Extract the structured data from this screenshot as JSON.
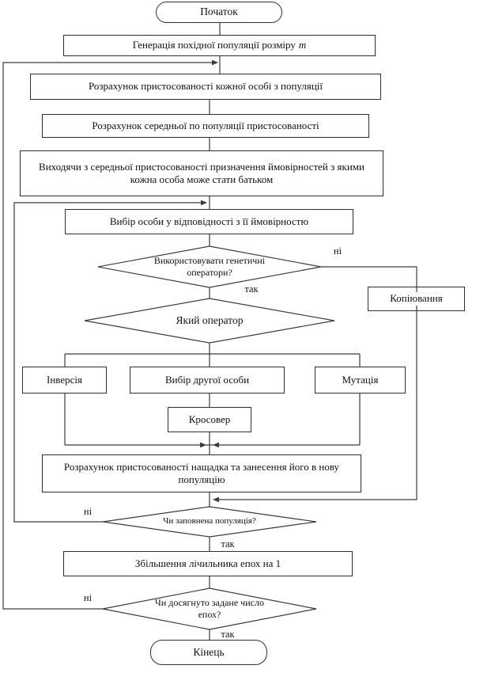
{
  "nodes": {
    "start": "Початок",
    "generate_text": "Генерація похідної популяції розміру",
    "generate_var": "m",
    "fitness_each": "Розрахунок пристосованості кожної особі з популяції",
    "fitness_avg": "Розрахунок середньої по популяції пристосованості",
    "probabilities_line1": "Виходячи з середньої пристосованості призначення ймовірностей з  якими",
    "probabilities_line2": "кожна особа може стати батьком",
    "select_individual": "Вибір особи у відповідності з її ймовірностю",
    "use_operators_line1": "Використовувати генетичні",
    "use_operators_line2": "оператори?",
    "copy": "Копіювання",
    "which_operator": "Який оператор",
    "inversion": "Інверсія",
    "select_second": "Вибір другої особи",
    "mutation": "Мутація",
    "crossover": "Кросовер",
    "offspring_line1": "Розрахунок пристосованості нащадка та занесення його в нову",
    "offspring_line2": "популяцію",
    "population_filled": "Чи заповнена популяція?",
    "increment": "Збільшення лічильника епох на 1",
    "epochs_line1": "Чи досягнуто задане число",
    "epochs_line2": "епох?",
    "end": "Кінець"
  },
  "edge_labels": {
    "use_operators_no": "ні",
    "use_operators_yes": "так",
    "population_no": "ні",
    "population_yes": "так",
    "epochs_no": "ні",
    "epochs_yes": "так"
  },
  "colors": {
    "stroke": "#3c3c3c",
    "text": "#111111",
    "background": "#ffffff"
  }
}
